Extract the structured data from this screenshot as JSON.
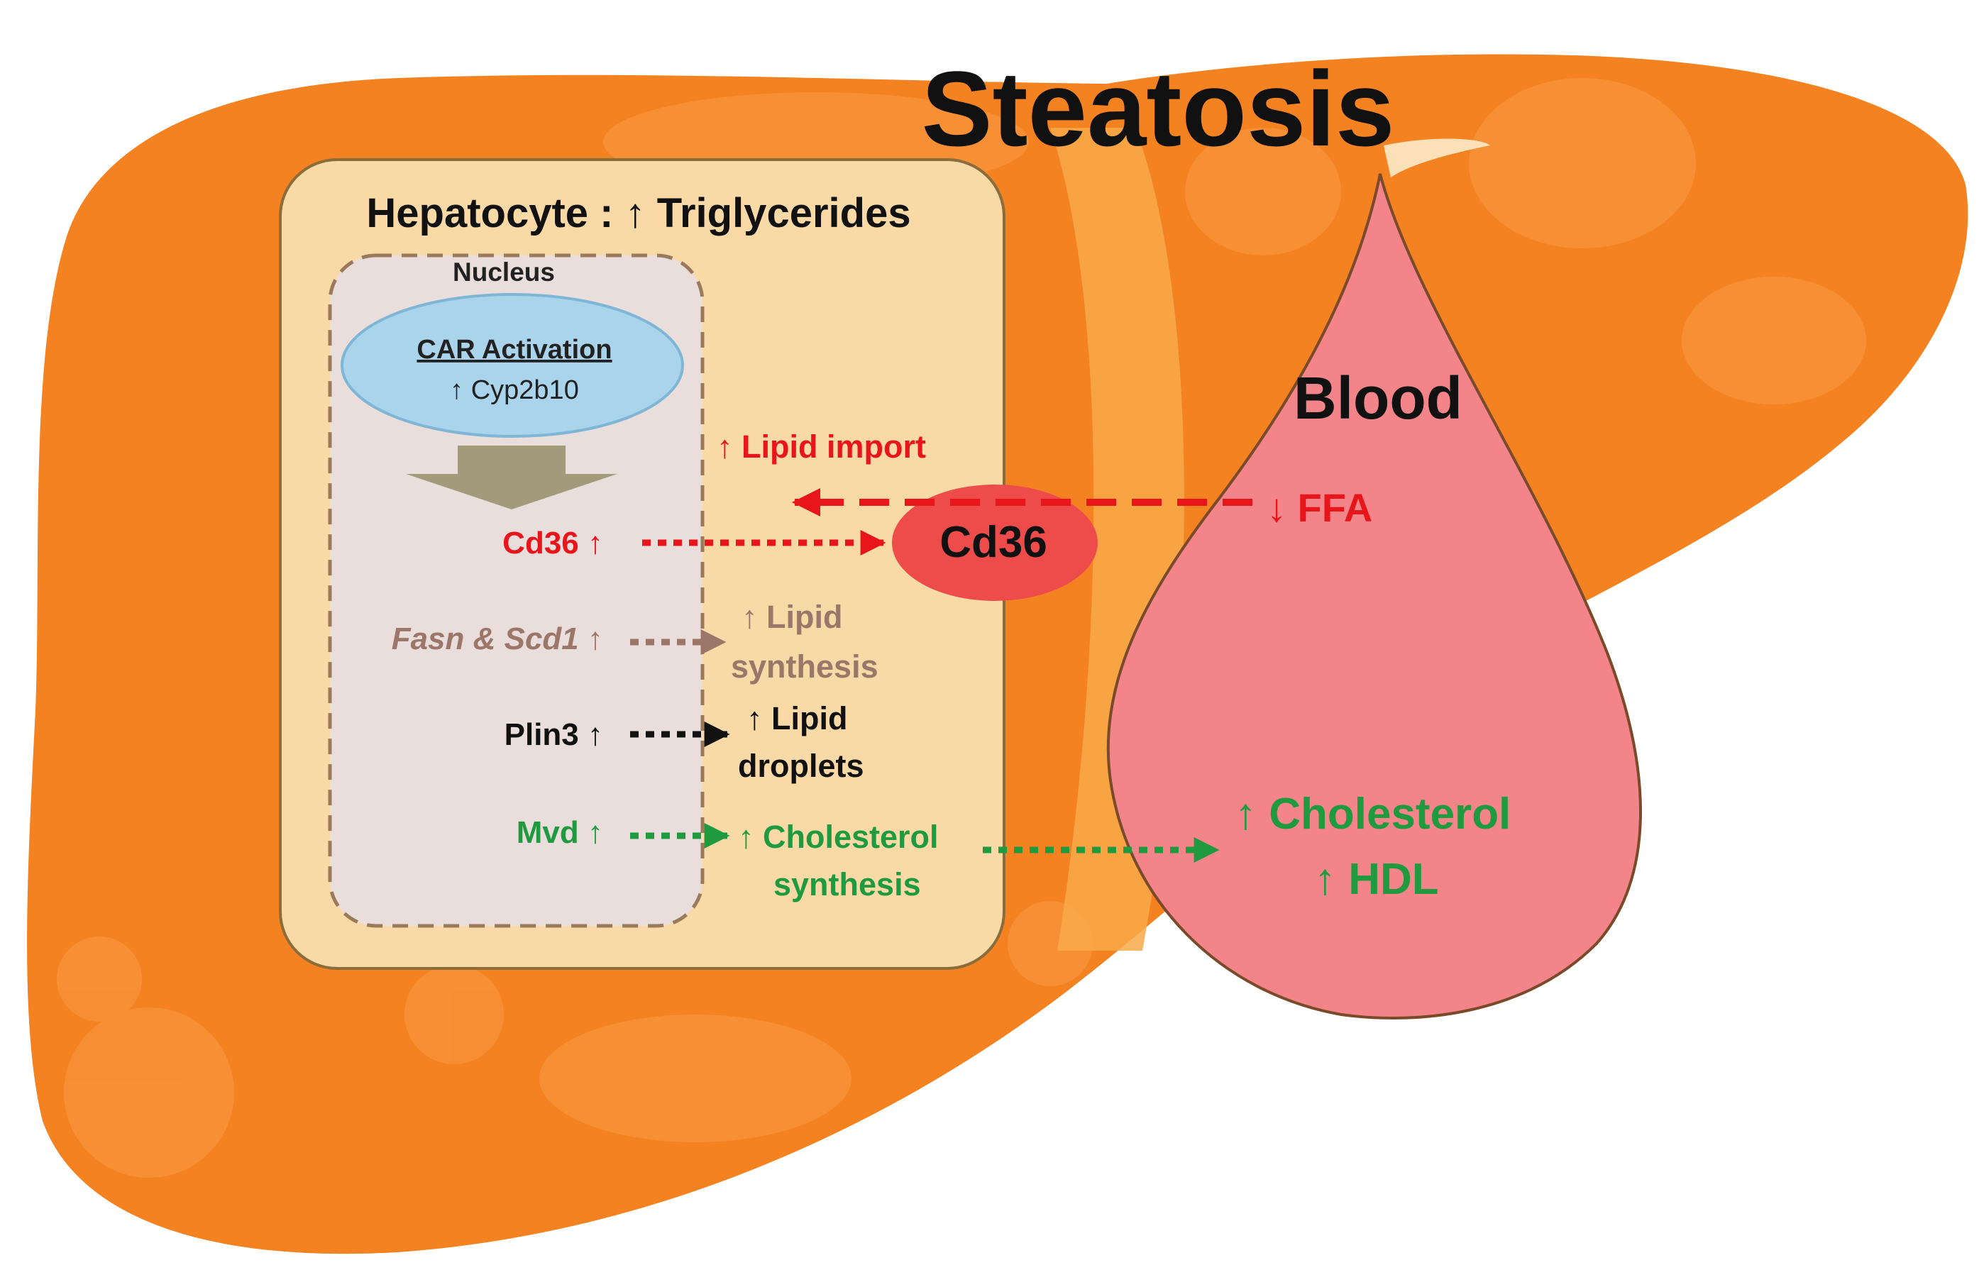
{
  "title": "Steatosis",
  "hepatocyte": {
    "title_prefix": "Hepatocyte : ",
    "arrow": "↑",
    "title_suffix": " Triglycerides"
  },
  "nucleus": {
    "label": "Nucleus",
    "car_title": "CAR Activation",
    "car_subtitle": "↑ Cyp2b10"
  },
  "genes": {
    "cd36": "Cd36 ↑",
    "fasn_scd1": "Fasn & Scd1 ↑",
    "plin3": "Plin3 ↑",
    "mvd": "Mvd ↑"
  },
  "effects": {
    "lipid_import": "↑ Lipid import",
    "lipid_synthesis_line1": "↑ Lipid",
    "lipid_synthesis_line2": "synthesis",
    "lipid_droplets_line1": "↑ Lipid",
    "lipid_droplets_line2": "droplets",
    "cholesterol_synthesis_line1": "↑ Cholesterol",
    "cholesterol_synthesis_line2": "synthesis"
  },
  "cd36_receptor": "Cd36",
  "blood": {
    "label": "Blood",
    "ffa": "↓ FFA",
    "cholesterol": "↑ Cholesterol",
    "hdl": "↑ HDL"
  },
  "colors": {
    "liver": "#f58220",
    "liver_light": "#f89a45",
    "hepatocyte_fill": "#f9d9a6",
    "nucleus_fill": "#e9dedb",
    "car_fill": "#a9d4ec",
    "blood_fill": "#f3858a",
    "cd36_fill": "#ee4b4b",
    "red": "#e8161b",
    "brown": "#9c7668",
    "green": "#1f9a3f",
    "black": "#111111"
  }
}
